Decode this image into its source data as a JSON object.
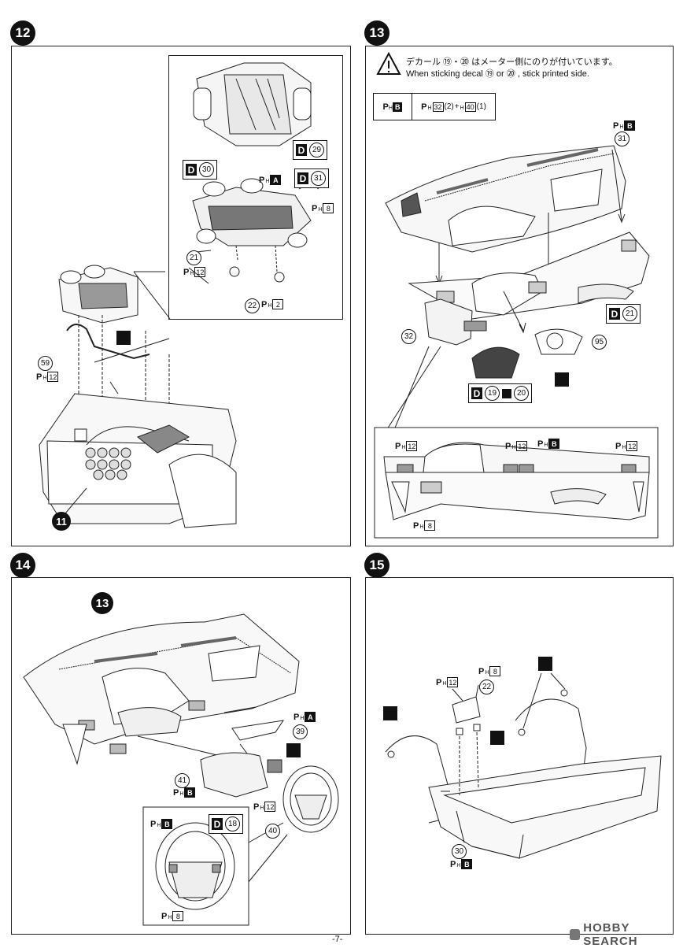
{
  "steps": [
    {
      "number": "12"
    },
    {
      "number": "13"
    },
    {
      "number": "14"
    },
    {
      "number": "15"
    }
  ],
  "step12": {
    "decal_d29": {
      "letter": "D",
      "num": "29"
    },
    "decal_d30": {
      "letter": "D",
      "num": "30"
    },
    "decal_d31": {
      "letter": "D",
      "num": "31"
    },
    "paint_a": {
      "code": "A"
    },
    "paint_8": {
      "code": "8"
    },
    "part_21": "21",
    "paint_12_a": {
      "code": "12"
    },
    "part_22": "22",
    "paint_2": {
      "code": "2"
    },
    "part_59": "59",
    "paint_12_b": {
      "code": "12"
    },
    "ref_11": "11"
  },
  "step13": {
    "note_jp": "デカール ⑲・⑳ はメーター側にのりが付いています。",
    "note_en": "When sticking decal ⑲ or ⑳ , stick printed side.",
    "paint_table": {
      "col1_code": "B",
      "col2_a": "32",
      "col2_a_qty": "(2)",
      "col2_plus": "+",
      "col2_b": "40",
      "col2_b_qty": "(1)"
    },
    "paint_b_top": {
      "code": "B"
    },
    "part_31": "31",
    "decal_d21": {
      "letter": "D",
      "num": "21"
    },
    "part_32": "32",
    "part_95": "95",
    "decal_19_20": {
      "letter": "D",
      "num_a": "19",
      "num_b": "20"
    },
    "detail_paint_12_left": {
      "code": "12"
    },
    "detail_paint_12_mid": {
      "code": "12"
    },
    "detail_paint_b": {
      "code": "B"
    },
    "detail_paint_12_right": {
      "code": "12"
    },
    "detail_paint_8": {
      "code": "8"
    }
  },
  "step14": {
    "ref_13": "13",
    "paint_a": {
      "code": "A"
    },
    "part_39": "39",
    "part_41": "41",
    "paint_b": {
      "code": "B"
    },
    "paint_12": {
      "code": "12"
    },
    "part_40": "40",
    "inset_paint_b": {
      "code": "B"
    },
    "inset_decal": {
      "letter": "D",
      "num": "18"
    },
    "inset_paint_8": {
      "code": "8"
    }
  },
  "step15": {
    "paint_12": {
      "code": "12"
    },
    "paint_8": {
      "code": "8"
    },
    "part_22": "22",
    "part_30": "30",
    "paint_b": {
      "code": "B"
    }
  },
  "footer": {
    "page": "-7-",
    "watermark": "HOBBY SEARCH"
  }
}
